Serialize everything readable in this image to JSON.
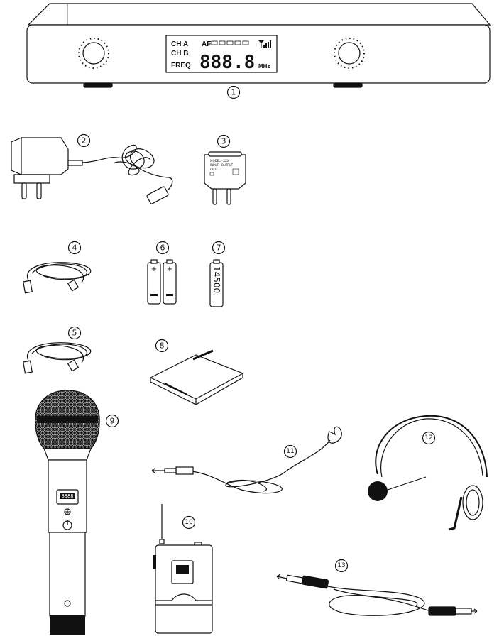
{
  "labels": [
    "1",
    "2",
    "3",
    "4",
    "5",
    "6",
    "7",
    "8",
    "9",
    "10",
    "11",
    "12",
    "13"
  ],
  "receiver": {
    "ch_a": "CH A",
    "ch_b": "CH B",
    "freq": "FREQ",
    "af": "AF",
    "digits": "888.8",
    "unit": "MHz"
  },
  "battery_7_text": "14500",
  "mic_display": "8888"
}
